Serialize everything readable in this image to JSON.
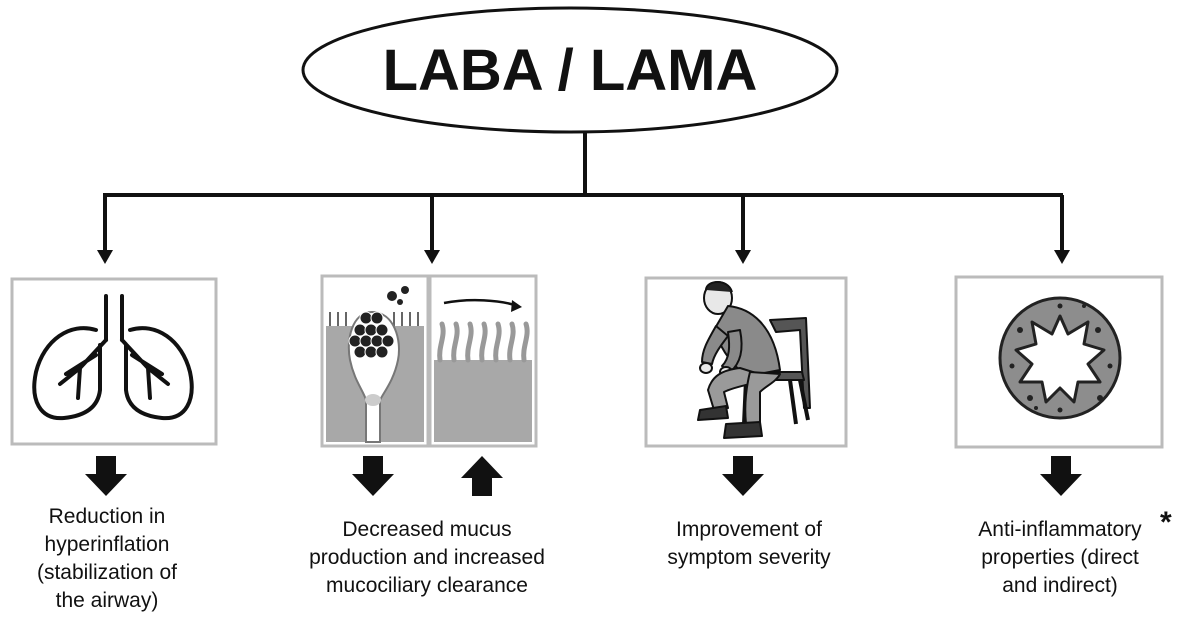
{
  "title": "LABA / LAMA",
  "effects": [
    {
      "lines": [
        "Reduction in",
        "hyperinflation",
        "(stabilization of",
        "the airway)"
      ],
      "arrows": [
        "down-arrow"
      ],
      "icon": "lungs-icon"
    },
    {
      "lines": [
        "Decreased mucus",
        "production and increased",
        "mucociliary clearance"
      ],
      "arrows": [
        "down-arrow",
        "up-arrow"
      ],
      "icon": "mucus-gland-icon"
    },
    {
      "lines": [
        "Improvement of",
        "symptom severity"
      ],
      "arrows": [
        "down-arrow"
      ],
      "icon": "seated-person-icon"
    },
    {
      "lines": [
        "Anti-inflammatory",
        "properties (direct",
        "and indirect)"
      ],
      "arrows": [
        "down-arrow"
      ],
      "icon": "airway-cross-section-icon"
    }
  ],
  "footnote_marker": "*"
}
